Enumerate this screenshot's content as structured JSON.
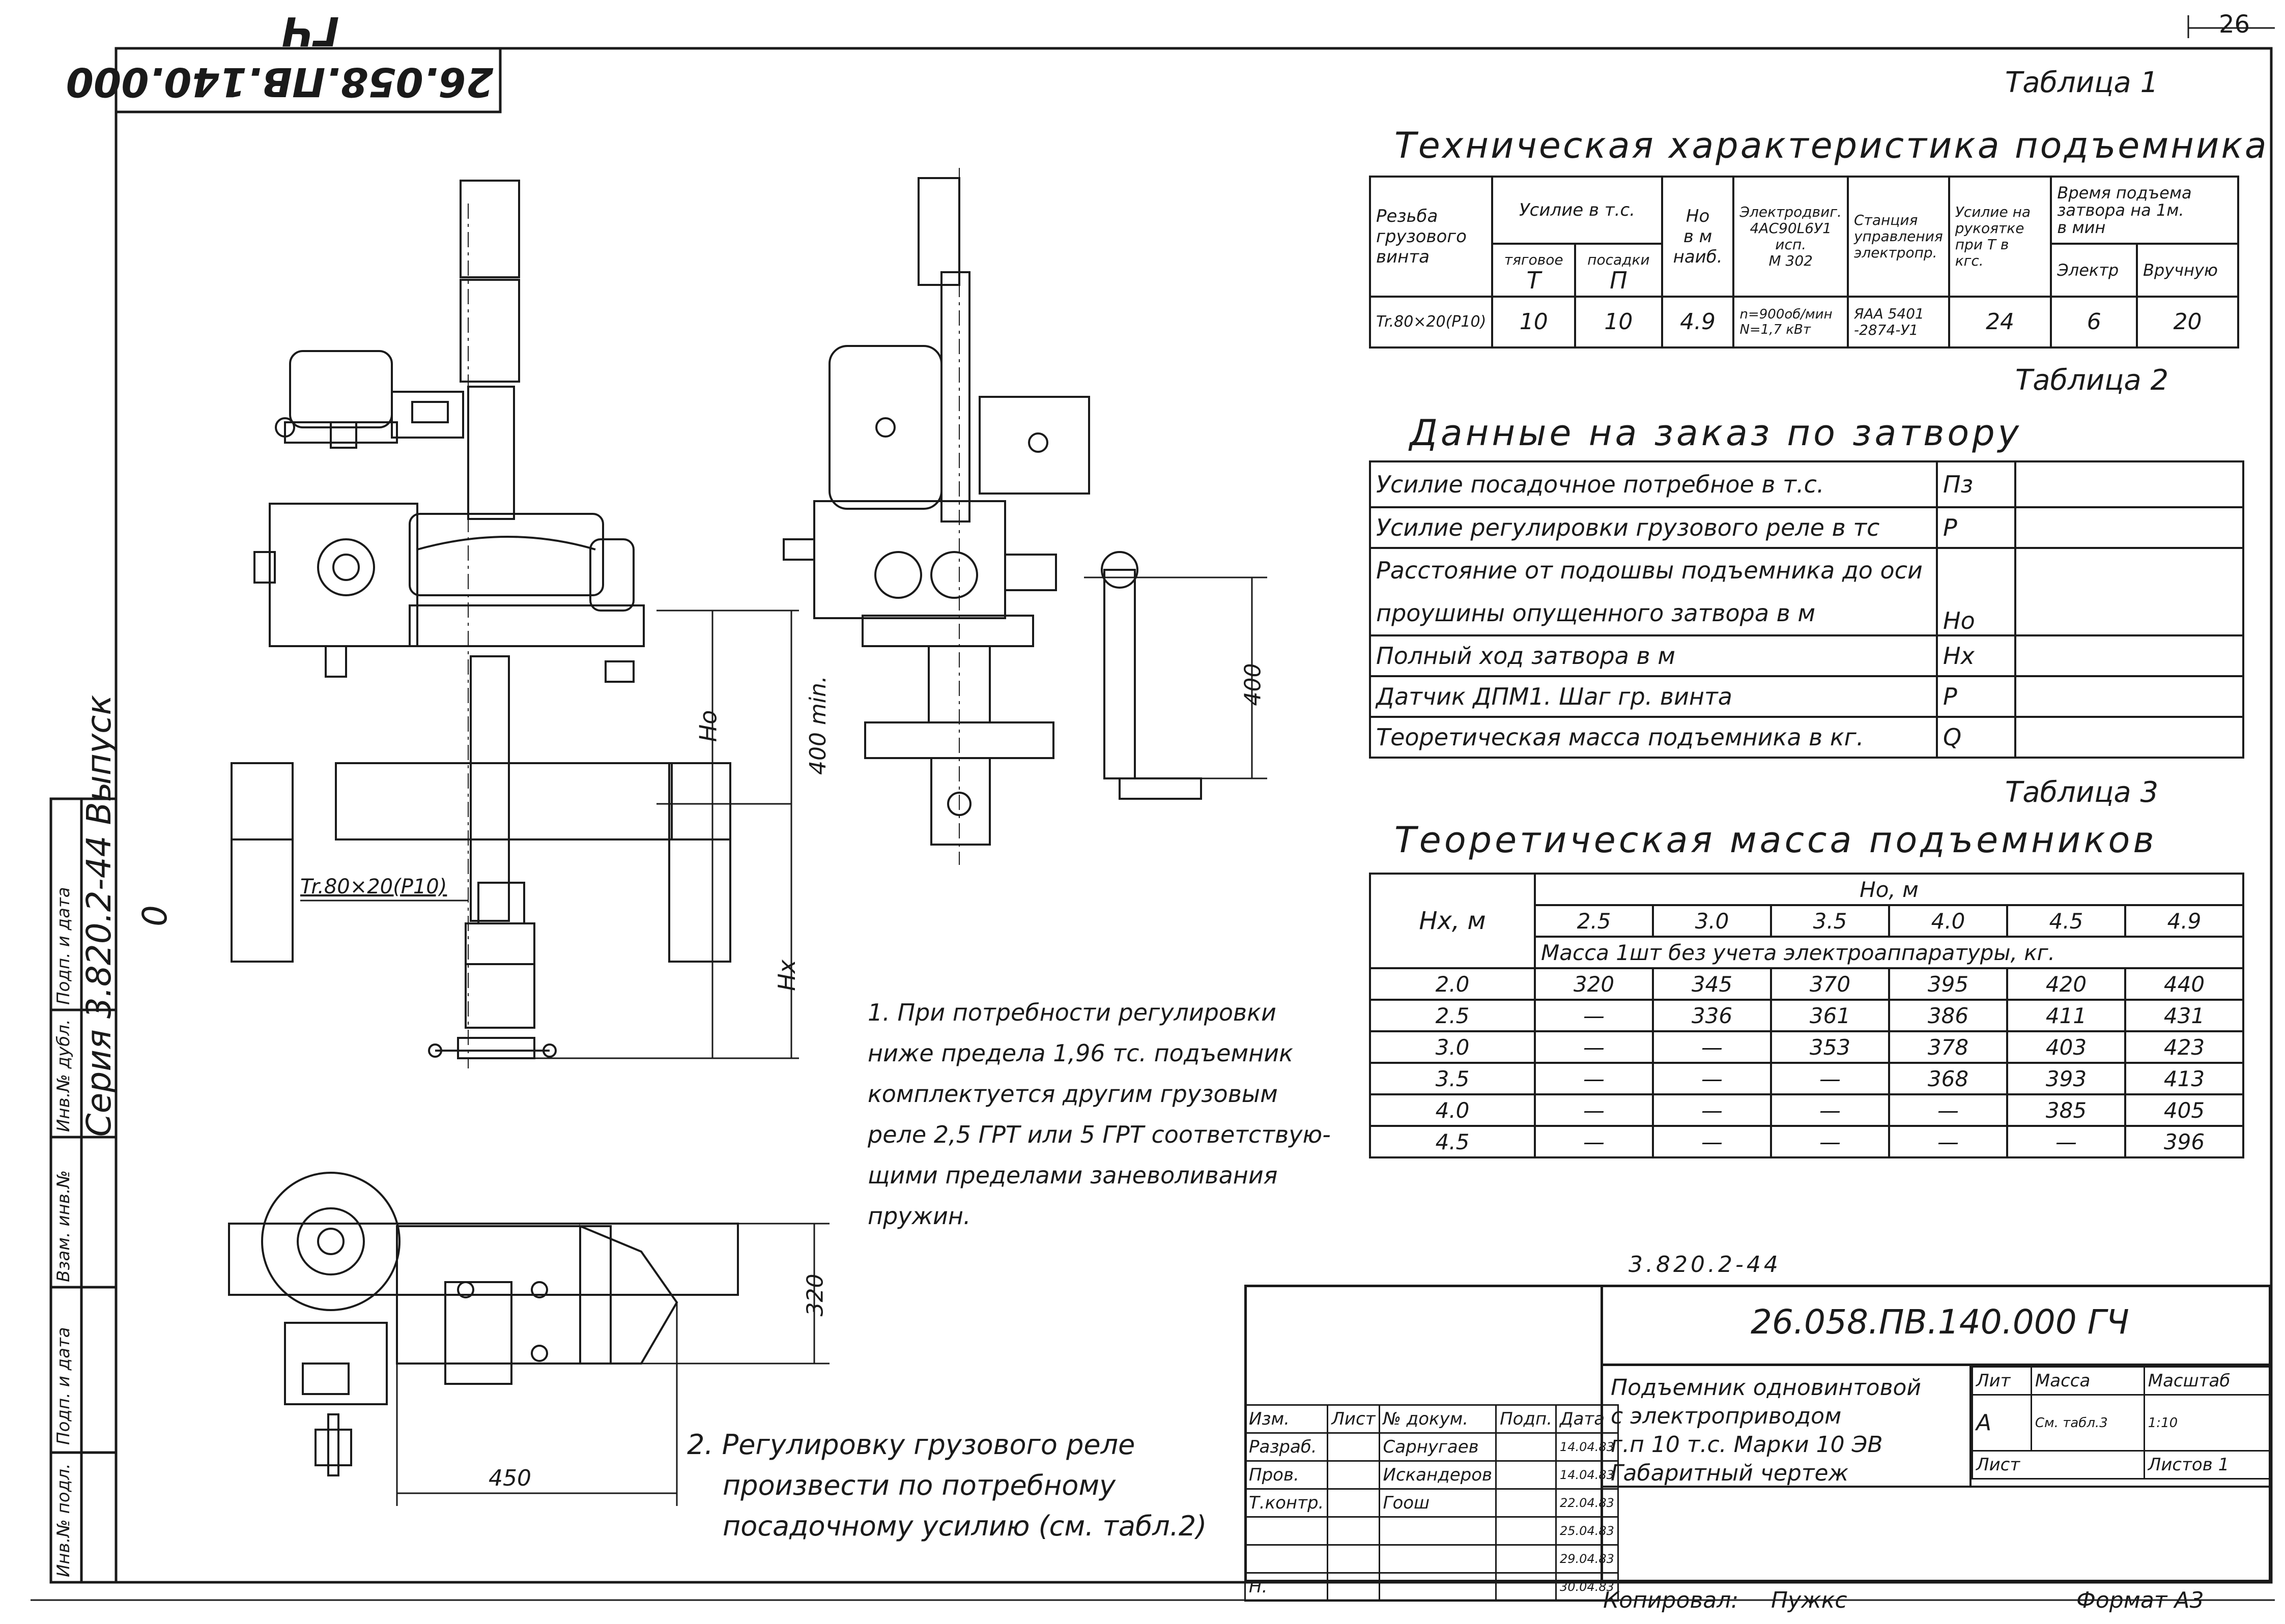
{
  "page_number": "26",
  "stamp_code": "26.058.ПВ.140.000 ГЧ",
  "series_label": "Серия 3.820.2-44 Выпуск 0",
  "left_strip": [
    "Инв.№ подл.",
    "Подп. и дата",
    "Взам. инв.№",
    "Инв.№ дубл.",
    "Подп. и дата"
  ],
  "table1": {
    "label": "Таблица 1",
    "title": "Техническая характеристика подъемника",
    "head": {
      "c1": [
        "Резьба",
        "грузового",
        "винта"
      ],
      "force": "Усилие в т.с.",
      "pull": [
        "тяговое",
        "Т"
      ],
      "seat": [
        "посадки",
        "П"
      ],
      "ho": [
        "Но",
        "в м",
        "наиб."
      ],
      "motor": [
        "Электродвиг.",
        "4АС90L6У1",
        "исп.",
        "М 302"
      ],
      "station": [
        "Станция",
        "управления",
        "электропр."
      ],
      "handle": [
        "Усилие на",
        "рукоятке",
        "при Т в",
        "кгс."
      ],
      "time": [
        "Время подъема",
        "затвора на 1м.",
        "в мин"
      ],
      "el": "Электр",
      "man": "Вручную"
    },
    "row": [
      "Tr.80×20(P10)",
      "10",
      "10",
      "4.9",
      "n=900об/мин N=1,7 кВт",
      "ЯАА 5401 -2874-У1",
      "24",
      "6",
      "20"
    ]
  },
  "table2": {
    "label": "Таблица 2",
    "title": "Данные на заказ по затвору",
    "rows": [
      {
        "text": "Усилие посадочное потребное в т.с.",
        "sym": "Пз"
      },
      {
        "text": "Усилие регулировки грузового реле в тс",
        "sym": "Р"
      },
      {
        "text": "Расстояние от подошвы подъемника до оси проушины опущенного затвора в м",
        "sym": "Но"
      },
      {
        "text": "Полный ход затвора в м",
        "sym": "Нх"
      },
      {
        "text": "Датчик ДПМ1. Шаг гр. винта",
        "sym": "Р"
      },
      {
        "text": "Теоретическая масса подъемника в кг.",
        "sym": "Q"
      }
    ]
  },
  "table3": {
    "label": "Таблица 3",
    "title": "Теоретическая масса подъемников",
    "row_head": "Нх, м",
    "col_head": "Но, м",
    "cols": [
      "2.5",
      "3.0",
      "3.5",
      "4.0",
      "4.5",
      "4.9"
    ],
    "subhead": "Масса 1шт без учета электроаппаратуры, кг.",
    "rows": [
      {
        "h": "2.0",
        "v": [
          "320",
          "345",
          "370",
          "395",
          "420",
          "440"
        ]
      },
      {
        "h": "2.5",
        "v": [
          "—",
          "336",
          "361",
          "386",
          "411",
          "431"
        ]
      },
      {
        "h": "3.0",
        "v": [
          "—",
          "—",
          "353",
          "378",
          "403",
          "423"
        ]
      },
      {
        "h": "3.5",
        "v": [
          "—",
          "—",
          "—",
          "368",
          "393",
          "413"
        ]
      },
      {
        "h": "4.0",
        "v": [
          "—",
          "—",
          "—",
          "—",
          "385",
          "405"
        ]
      },
      {
        "h": "4.5",
        "v": [
          "—",
          "—",
          "—",
          "—",
          "—",
          "396"
        ]
      }
    ]
  },
  "notes": {
    "n1": [
      "1. При потребности регулировки",
      "ниже предела 1,96 тс. подъемник",
      "комплектуется другим грузовым",
      "реле 2,5 ГРТ или 5 ГРТ соответствую-",
      "щими пределами заневоливания",
      "пружин."
    ],
    "n2": [
      "2. Регулировку грузового реле",
      "произвести по потребному",
      "посадочному усилию (см. табл.2)"
    ]
  },
  "dims": {
    "tr": "Tr.80×20(P10)",
    "ho": "Но",
    "hx": "Нх",
    "min400": "400 min.",
    "d400": "400",
    "d320": "320",
    "d450": "450"
  },
  "title_block": {
    "series": "3.820.2-44",
    "code": "26.058.ПВ.140.000 ГЧ",
    "name": [
      "Подъемник одновинтовой",
      "с электроприводом",
      "г.п 10 т.с. Марки 10 ЭВ",
      "Габаритный чертеж"
    ],
    "lit": "Лит",
    "mass": "Масса",
    "scale": "Масштаб",
    "lit_val": "А",
    "mass_val": "См. табл.3",
    "scale_val": "1:10",
    "sheet": "Лист",
    "sheets": "Листов 1",
    "head": [
      "Изм.",
      "Лист",
      "№ докум.",
      "Подп.",
      "Дата"
    ],
    "people": [
      {
        "role": "Разраб.",
        "name": "Сарнугаев",
        "date": "14.04.83"
      },
      {
        "role": "Пров.",
        "name": "Искандеров",
        "date": "14.04.83"
      },
      {
        "role": "Т.контр.",
        "name": "Гоош",
        "date": "22.04.83"
      },
      {
        "role": "",
        "name": "",
        "date": "25.04.83"
      },
      {
        "role": "",
        "name": "",
        "date": "29.04.83"
      },
      {
        "role": "Н.",
        "name": "",
        "date": "30.04.83"
      }
    ]
  },
  "footer": {
    "copied": "Копировал:",
    "copier": "Пужкс",
    "format": "Формат А3"
  }
}
